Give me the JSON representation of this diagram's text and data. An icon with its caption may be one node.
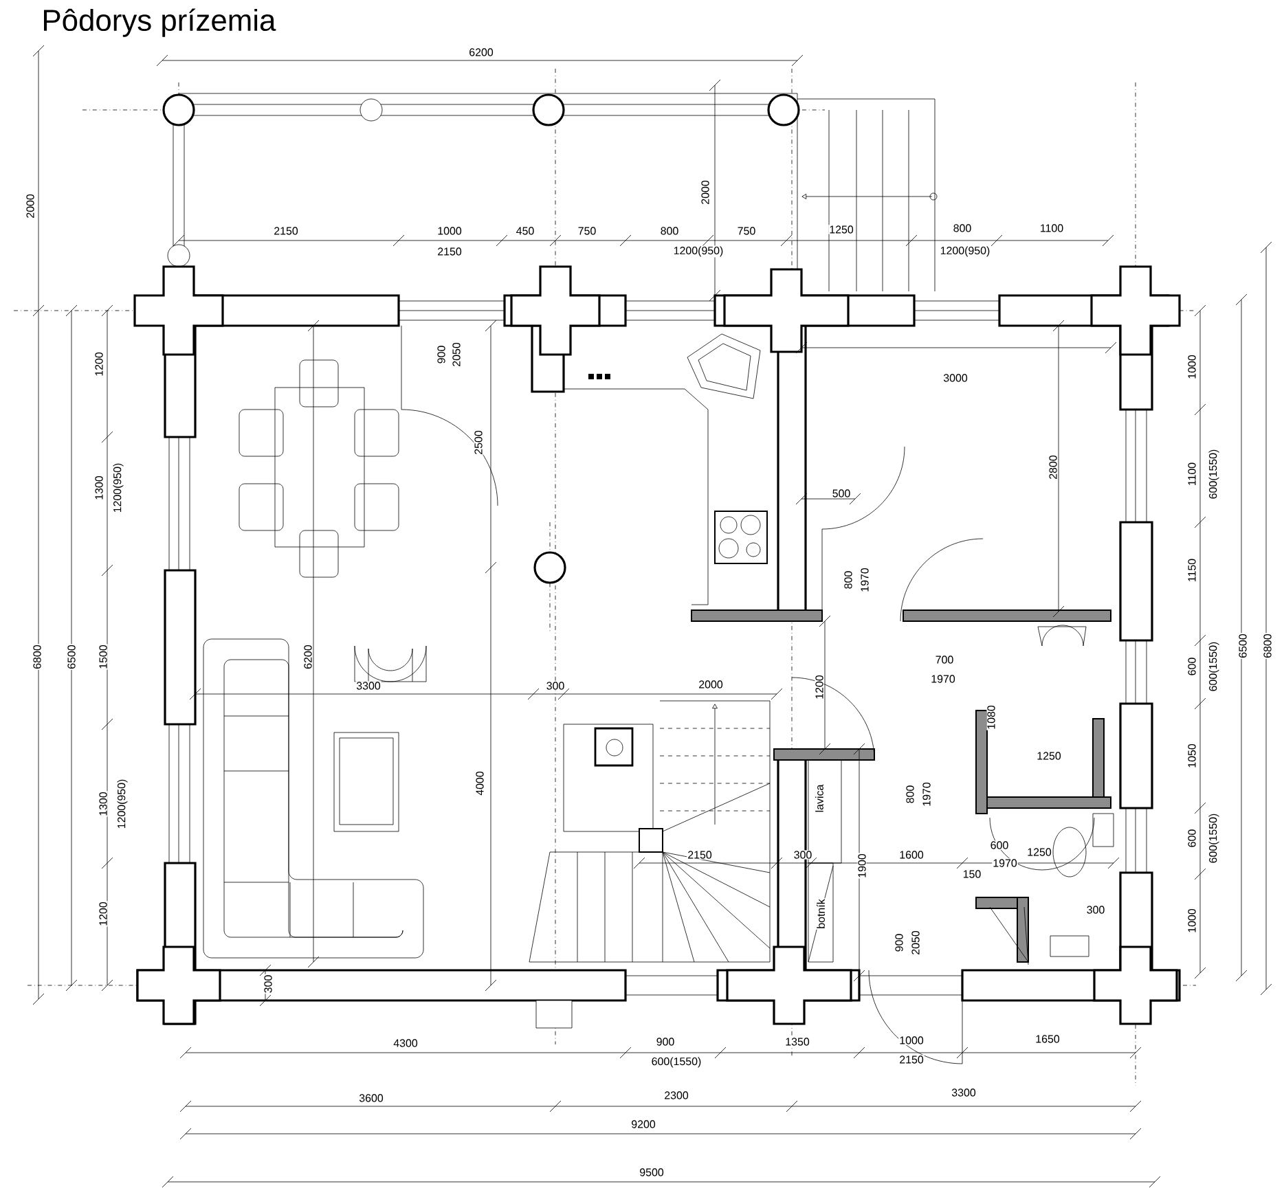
{
  "diagram": {
    "title": "Pôdorys prízemia",
    "labels": [
      "6200",
      "2000",
      "2000",
      "2150",
      "1000",
      "2150",
      "450",
      "750",
      "800",
      "1200(950)",
      "750",
      "1250",
      "800",
      "1200(950)",
      "1100",
      "1200",
      "900",
      "2050",
      "3000",
      "1000",
      "2500",
      "500",
      "1100",
      "600(1550)",
      "2800",
      "1300",
      "1200(950)",
      "800",
      "1970",
      "1150",
      "6800",
      "6500",
      "1500",
      "6200",
      "700",
      "1970",
      "600",
      "600(1550)",
      "6500",
      "6800",
      "3300",
      "300",
      "2000",
      "1200",
      "4000",
      "1080",
      "1250",
      "1050",
      "1300",
      "1200(950)",
      "lavica",
      "800",
      "1970",
      "600",
      "600(1550)",
      "2150",
      "300",
      "1900",
      "1600",
      "600",
      "1970",
      "1250",
      "150",
      "botník",
      "900",
      "2050",
      "300",
      "1200",
      "1000",
      "300",
      "4300",
      "900",
      "600(1550)",
      "1350",
      "1000",
      "2150",
      "1650",
      "3600",
      "2300",
      "3300",
      "9200",
      "9500"
    ]
  }
}
